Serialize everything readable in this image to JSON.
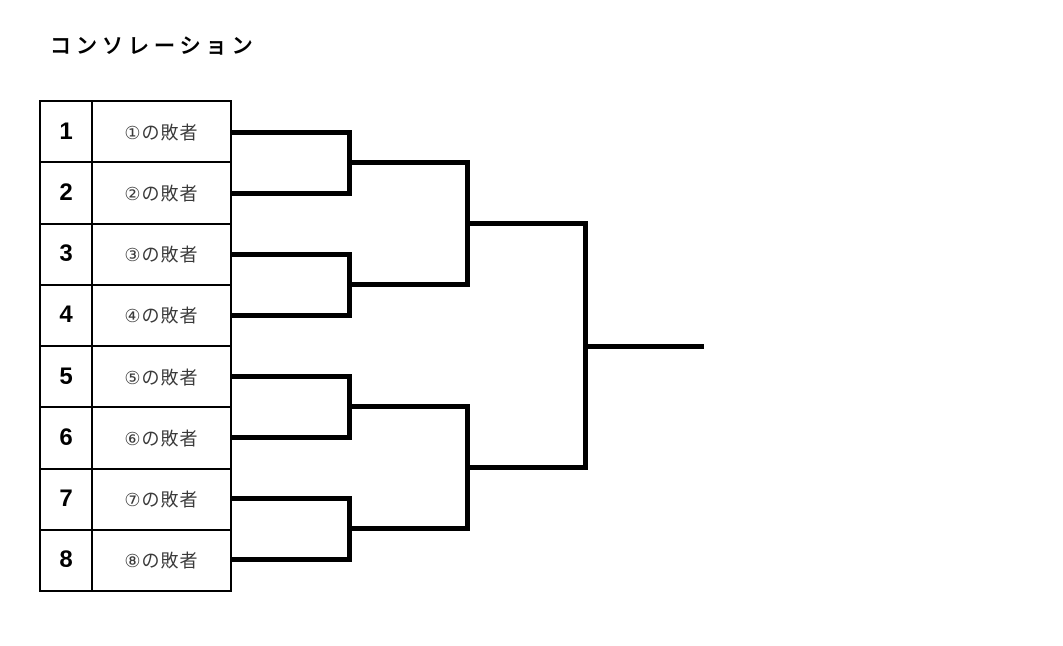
{
  "title": "コンソレーション",
  "bracket": {
    "entries": [
      {
        "seed": "1",
        "label": "①の敗者"
      },
      {
        "seed": "2",
        "label": "②の敗者"
      },
      {
        "seed": "3",
        "label": "③の敗者"
      },
      {
        "seed": "4",
        "label": "④の敗者"
      },
      {
        "seed": "5",
        "label": "⑤の敗者"
      },
      {
        "seed": "6",
        "label": "⑥の敗者"
      },
      {
        "seed": "7",
        "label": "⑦の敗者"
      },
      {
        "seed": "8",
        "label": "⑧の敗者"
      }
    ],
    "rounds": 3,
    "structure": "8 entries, pairs (1-2, 3-4, 5-6, 7-8) feed two semifinals, then one final winner line"
  },
  "colors": {
    "background": "#ffffff",
    "line": "#000000",
    "entry_text": "#3a3a3a"
  }
}
